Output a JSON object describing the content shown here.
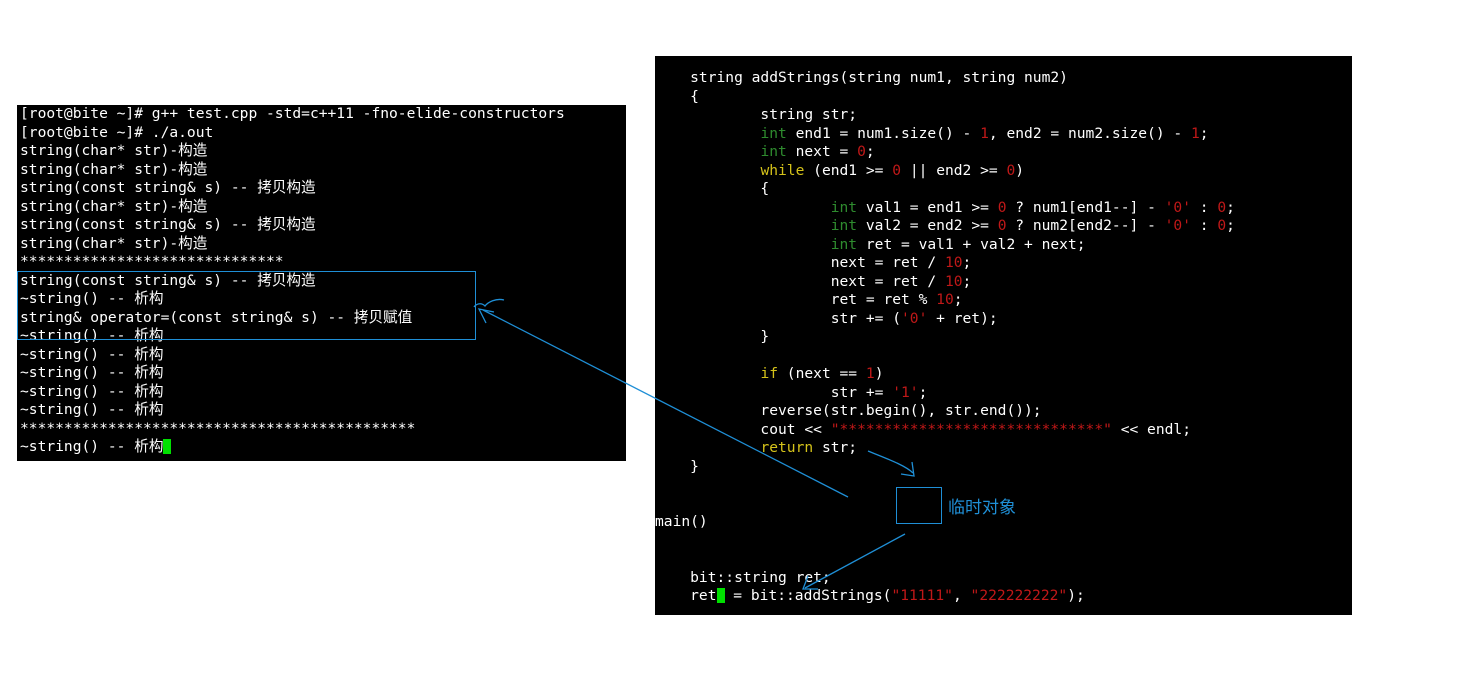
{
  "terminal": {
    "lines": [
      "[root@bite ~]# g++ test.cpp -std=c++11 -fno-elide-constructors",
      "[root@bite ~]# ./a.out",
      "string(char* str)-构造",
      "string(char* str)-构造",
      "string(const string& s) -- 拷贝构造",
      "string(char* str)-构造",
      "string(const string& s) -- 拷贝构造",
      "string(char* str)-构造",
      "******************************",
      "string(const string& s) -- 拷贝构造",
      "~string() -- 析构",
      "string& operator=(const string& s) -- 拷贝赋值",
      "~string() -- 析构",
      "~string() -- 析构",
      "~string() -- 析构",
      "~string() -- 析构",
      "~string() -- 析构",
      "*********************************************",
      "~string() -- 析构"
    ]
  },
  "editor": {
    "line1": "    string addStrings(string num1, string num2)",
    "line2": "    {",
    "line3": "            string str;",
    "line4a": "            ",
    "line4kw": "int",
    "line4b": " end1 = num1.size() - ",
    "line4n1": "1",
    "line4c": ", end2 = num2.size() - ",
    "line4n2": "1",
    "line4d": ";",
    "line5a": "            ",
    "line5kw": "int",
    "line5b": " next = ",
    "line5n": "0",
    "line5c": ";",
    "line6a": "            ",
    "line6kw": "while",
    "line6b": " (end1 >= ",
    "line6n1": "0",
    "line6c": " || end2 >= ",
    "line6n2": "0",
    "line6d": ")",
    "line7": "            {",
    "line8a": "                    ",
    "line8kw": "int",
    "line8b": " val1 = end1 >= ",
    "line8n1": "0",
    "line8c": " ? num1[end1--] - ",
    "line8s": "'0'",
    "line8d": " : ",
    "line8n2": "0",
    "line8e": ";",
    "line9a": "                    ",
    "line9kw": "int",
    "line9b": " val2 = end2 >= ",
    "line9n1": "0",
    "line9c": " ? num2[end2--] - ",
    "line9s": "'0'",
    "line9d": " : ",
    "line9n2": "0",
    "line9e": ";",
    "line10a": "                    ",
    "line10kw": "int",
    "line10b": " ret = val1 + val2 + next;",
    "line11a": "                    next = ret / ",
    "line11n": "10",
    "line11b": ";",
    "line12a": "                    next = ret / ",
    "line12n": "10",
    "line12b": ";",
    "line13a": "                    ret = ret % ",
    "line13n": "10",
    "line13b": ";",
    "line14a": "                    str += (",
    "line14s": "'0'",
    "line14b": " + ret);",
    "line15": "            }",
    "line16a": "            ",
    "line16kw": "if",
    "line16b": " (next == ",
    "line16n": "1",
    "line16c": ")",
    "line17a": "                    str += ",
    "line17s": "'1'",
    "line17b": ";",
    "line18": "            reverse(str.begin(), str.end());",
    "line19a": "            cout << ",
    "line19s": "\"******************************\"",
    "line19b": " << endl;",
    "line20a": "            ",
    "line20kw": "return",
    "line20b": " str;",
    "line21": "    }",
    "line22": "main()",
    "line23": "    bit::string ret;",
    "line24a": "    ret",
    "line24b": " = bit::addStrings(",
    "line24s1": "\"11111\"",
    "line24c": ", ",
    "line24s2": "\"222222222\"",
    "line24d": ");"
  },
  "annotation": {
    "label": "临时对象",
    "color": "#1f8fd6"
  },
  "colors": {
    "keyword_type": "#2e8b2e",
    "keyword_control": "#d4c21a",
    "literal": "#c01818"
  }
}
